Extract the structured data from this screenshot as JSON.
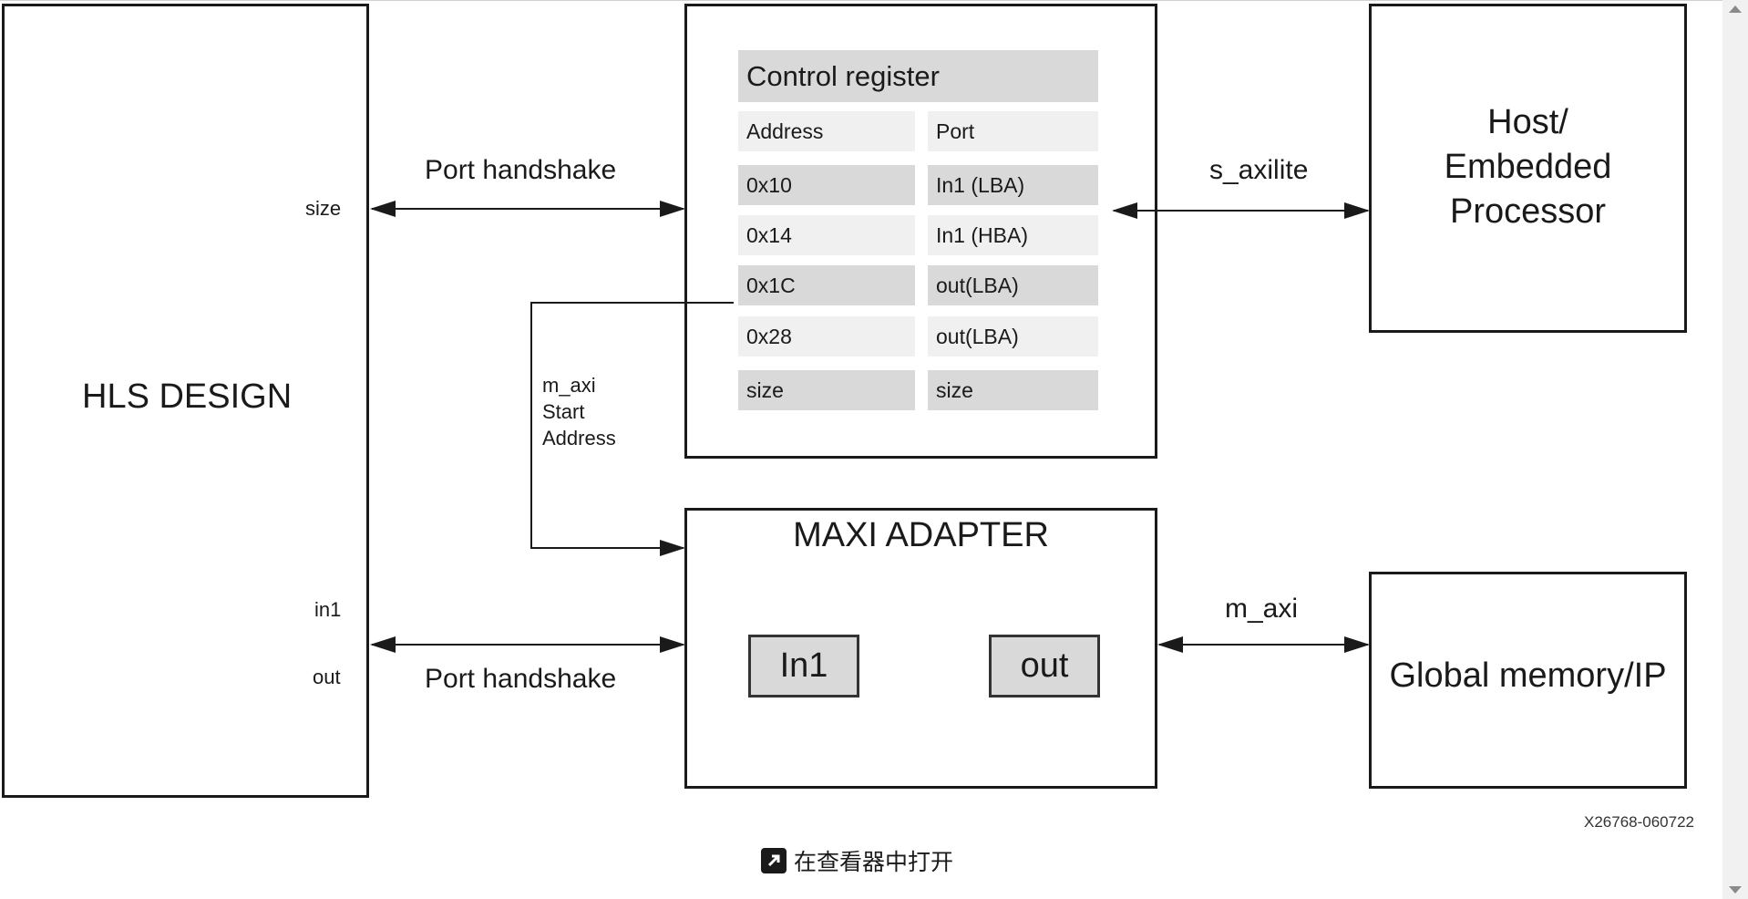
{
  "diagram": {
    "hls_design": {
      "title": "HLS DESIGN",
      "port_size": "size",
      "port_in1": "in1",
      "port_out": "out"
    },
    "control_register": {
      "title": "Control register",
      "header": {
        "address": "Address",
        "port": "Port"
      },
      "rows": [
        {
          "address": "0x10",
          "port": "In1 (LBA)"
        },
        {
          "address": "0x14",
          "port": "In1 (HBA)"
        },
        {
          "address": "0x1C",
          "port": "out(LBA)"
        },
        {
          "address": "0x28",
          "port": "out(LBA)"
        },
        {
          "address": "size",
          "port": "size"
        }
      ]
    },
    "host": {
      "line1": "Host/",
      "line2": "Embedded",
      "line3": "Processor"
    },
    "maxi_adapter": {
      "title": "MAXI ADAPTER",
      "in1": "In1",
      "out": "out"
    },
    "global_memory": {
      "title": "Global memory/IP"
    },
    "connections": {
      "port_handshake_top": "Port handshake",
      "port_handshake_bottom": "Port handshake",
      "s_axilite": "s_axilite",
      "m_axi": "m_axi",
      "m_axi_start_line1": "m_axi",
      "m_axi_start_line2": "Start",
      "m_axi_start_line3": "Address"
    },
    "figure_id": "X26768-060722"
  },
  "open_in_viewer": "在查看器中打开"
}
